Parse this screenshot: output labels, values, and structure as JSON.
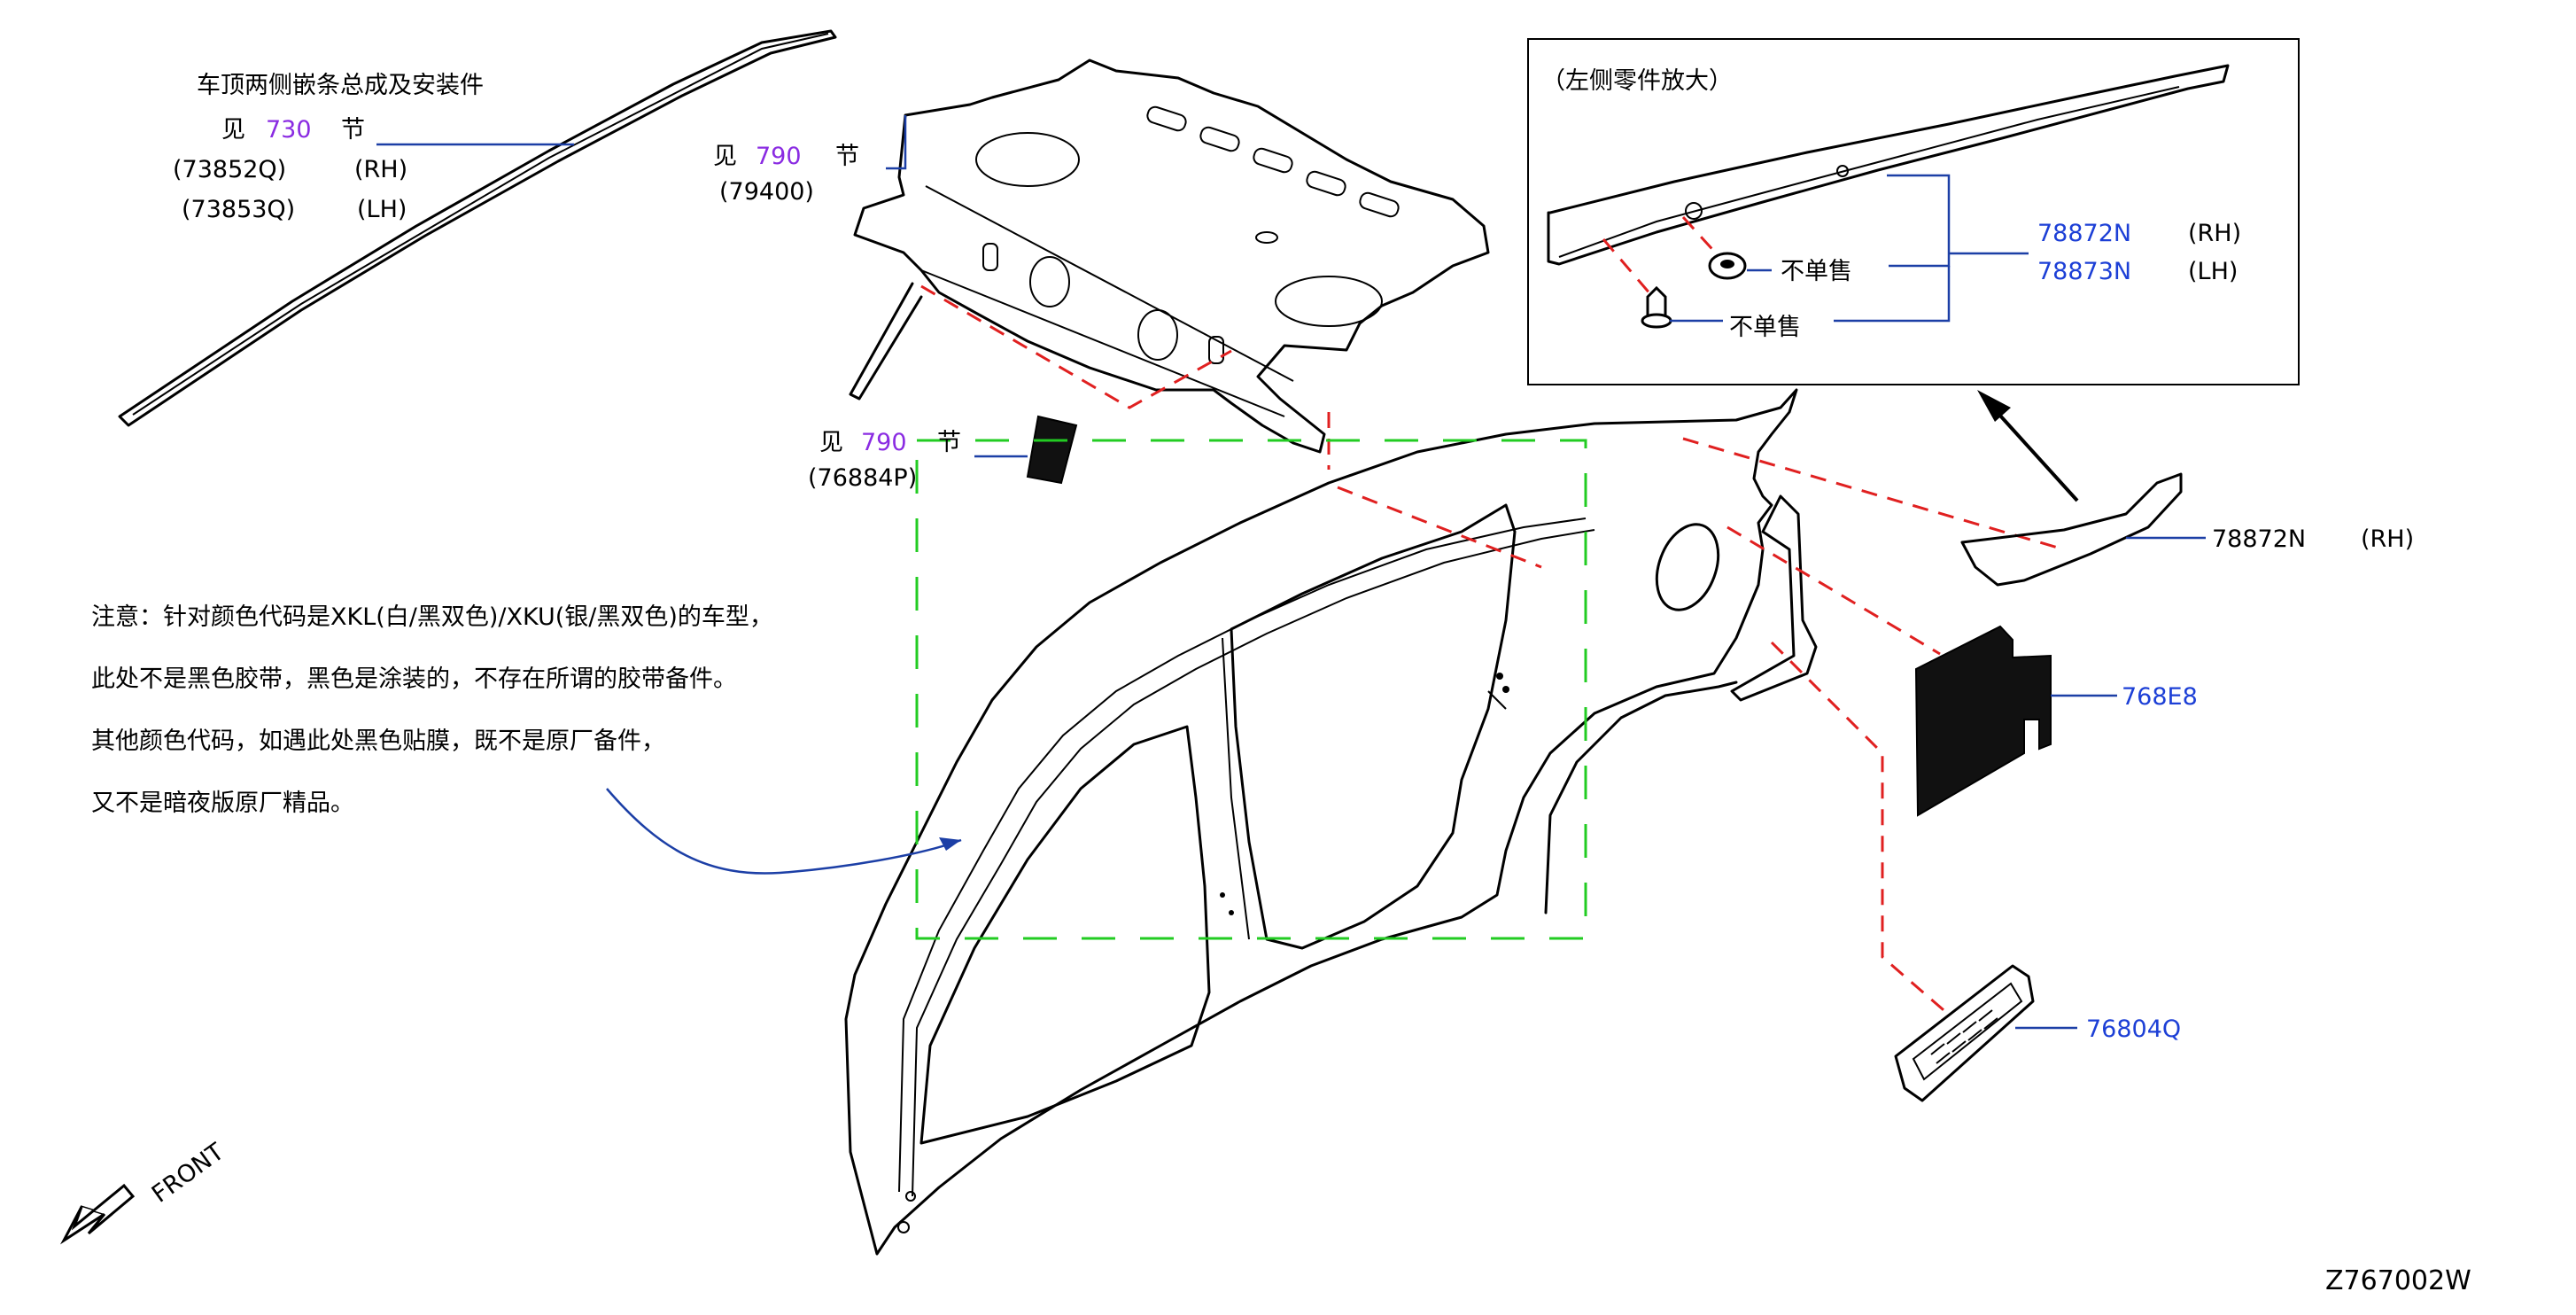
{
  "roof_molding": {
    "title": "车顶两侧嵌条总成及安装件",
    "see_prefix": "见",
    "section": "730",
    "section_suffix": "节",
    "part_rh": "(73852Q)",
    "tag_rh": "(RH)",
    "part_lh": "(73853Q)",
    "tag_lh": "(LH)"
  },
  "rear_panel": {
    "see_prefix": "见",
    "section": "790",
    "section_suffix": "节",
    "part": "(79400)"
  },
  "bracket": {
    "see_prefix": "见",
    "section": "790",
    "section_suffix": "节",
    "part": "(76884P)"
  },
  "enlarged_box": {
    "title": "（左侧零件放大）",
    "not_sold_1": "不单售",
    "not_sold_2": "不单售",
    "part_rh": "78872N",
    "tag_rh": "(RH)",
    "part_lh": "78873N",
    "tag_lh": "(LH)"
  },
  "garnish": {
    "part": "78872N",
    "tag": "(RH)"
  },
  "pad": {
    "part": "768E8"
  },
  "grille": {
    "part": "76804Q"
  },
  "note": {
    "line1": "注意：针对颜色代码是XKL(白/黑双色)/XKU(银/黑双色)的车型，",
    "line2": "此处不是黑色胶带，黑色是涂装的，不存在所谓的胶带备件。",
    "line3": "其他颜色代码，如遇此处黑色贴膜，既不是原厂备件，",
    "line4": "又不是暗夜版原厂精品。"
  },
  "front_label": "FRONT",
  "diagram_code": "Z767002W",
  "colors": {
    "callout_blue": "#1c3fd6",
    "section_purple": "#8a2be2",
    "hidden_line_red": "#e02020",
    "zone_green": "#22cc22"
  }
}
